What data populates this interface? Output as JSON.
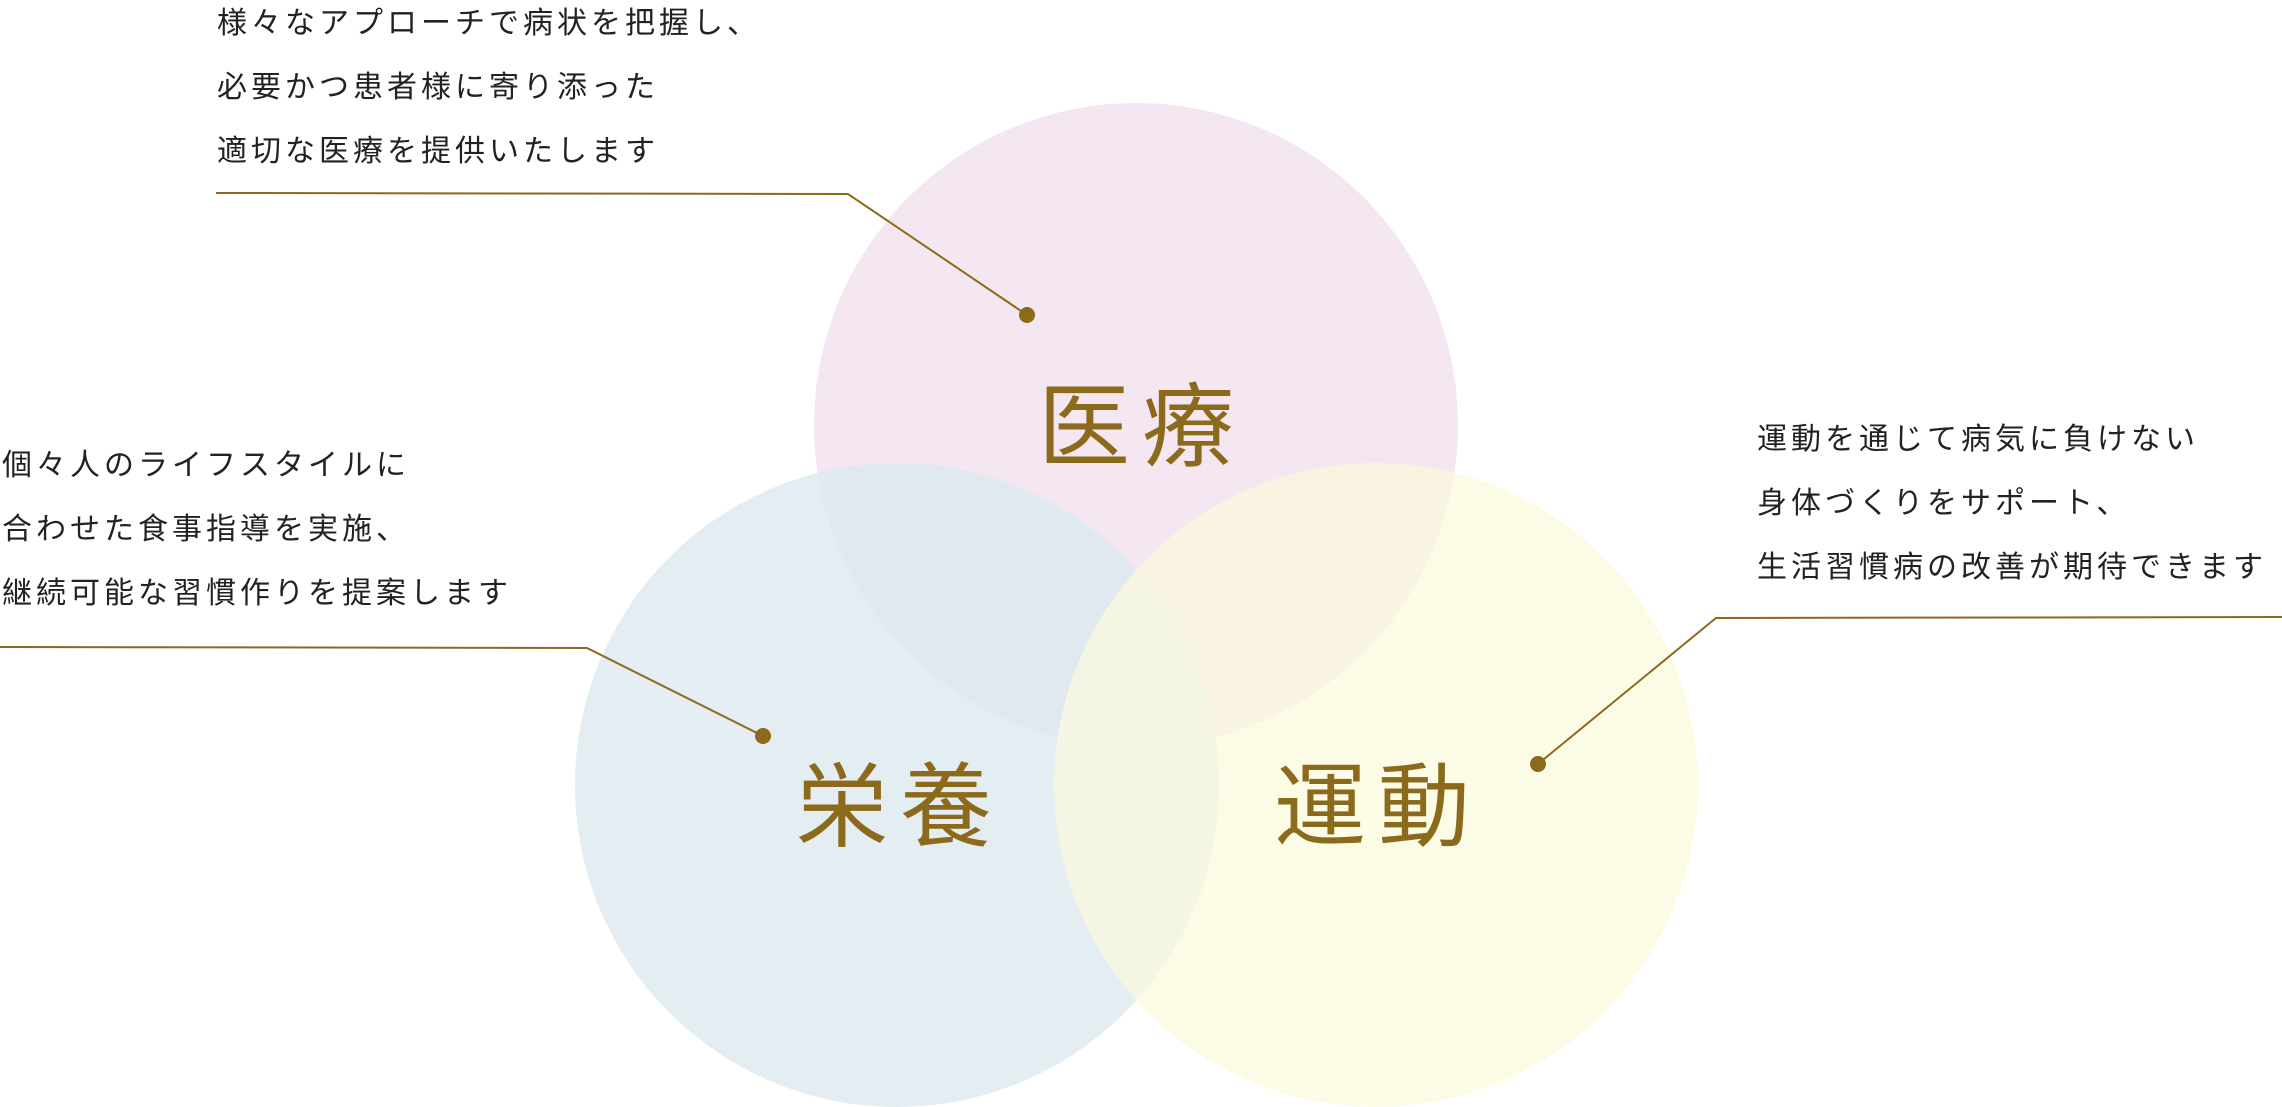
{
  "colors": {
    "accent": "#8c6a1c",
    "circle_medical": "#f3e3ef",
    "circle_nutrition": "#dde9ef",
    "circle_exercise": "#fbf9dc",
    "text": "#222222"
  },
  "diagram": {
    "circles": [
      {
        "label": "医療",
        "description_lines": [
          "様々なアプローチで病状を把握し、",
          "必要かつ患者様に寄り添った",
          "適切な医療を提供いたします"
        ]
      },
      {
        "label": "栄養",
        "description_lines": [
          "個々人のライフスタイルに",
          "合わせた食事指導を実施、",
          "継続可能な習慣作りを提案します"
        ]
      },
      {
        "label": "運動",
        "description_lines": [
          "運動を通じて病気に負けない",
          "身体づくりをサポート、",
          "生活習慣病の改善が期待できます"
        ]
      }
    ]
  }
}
